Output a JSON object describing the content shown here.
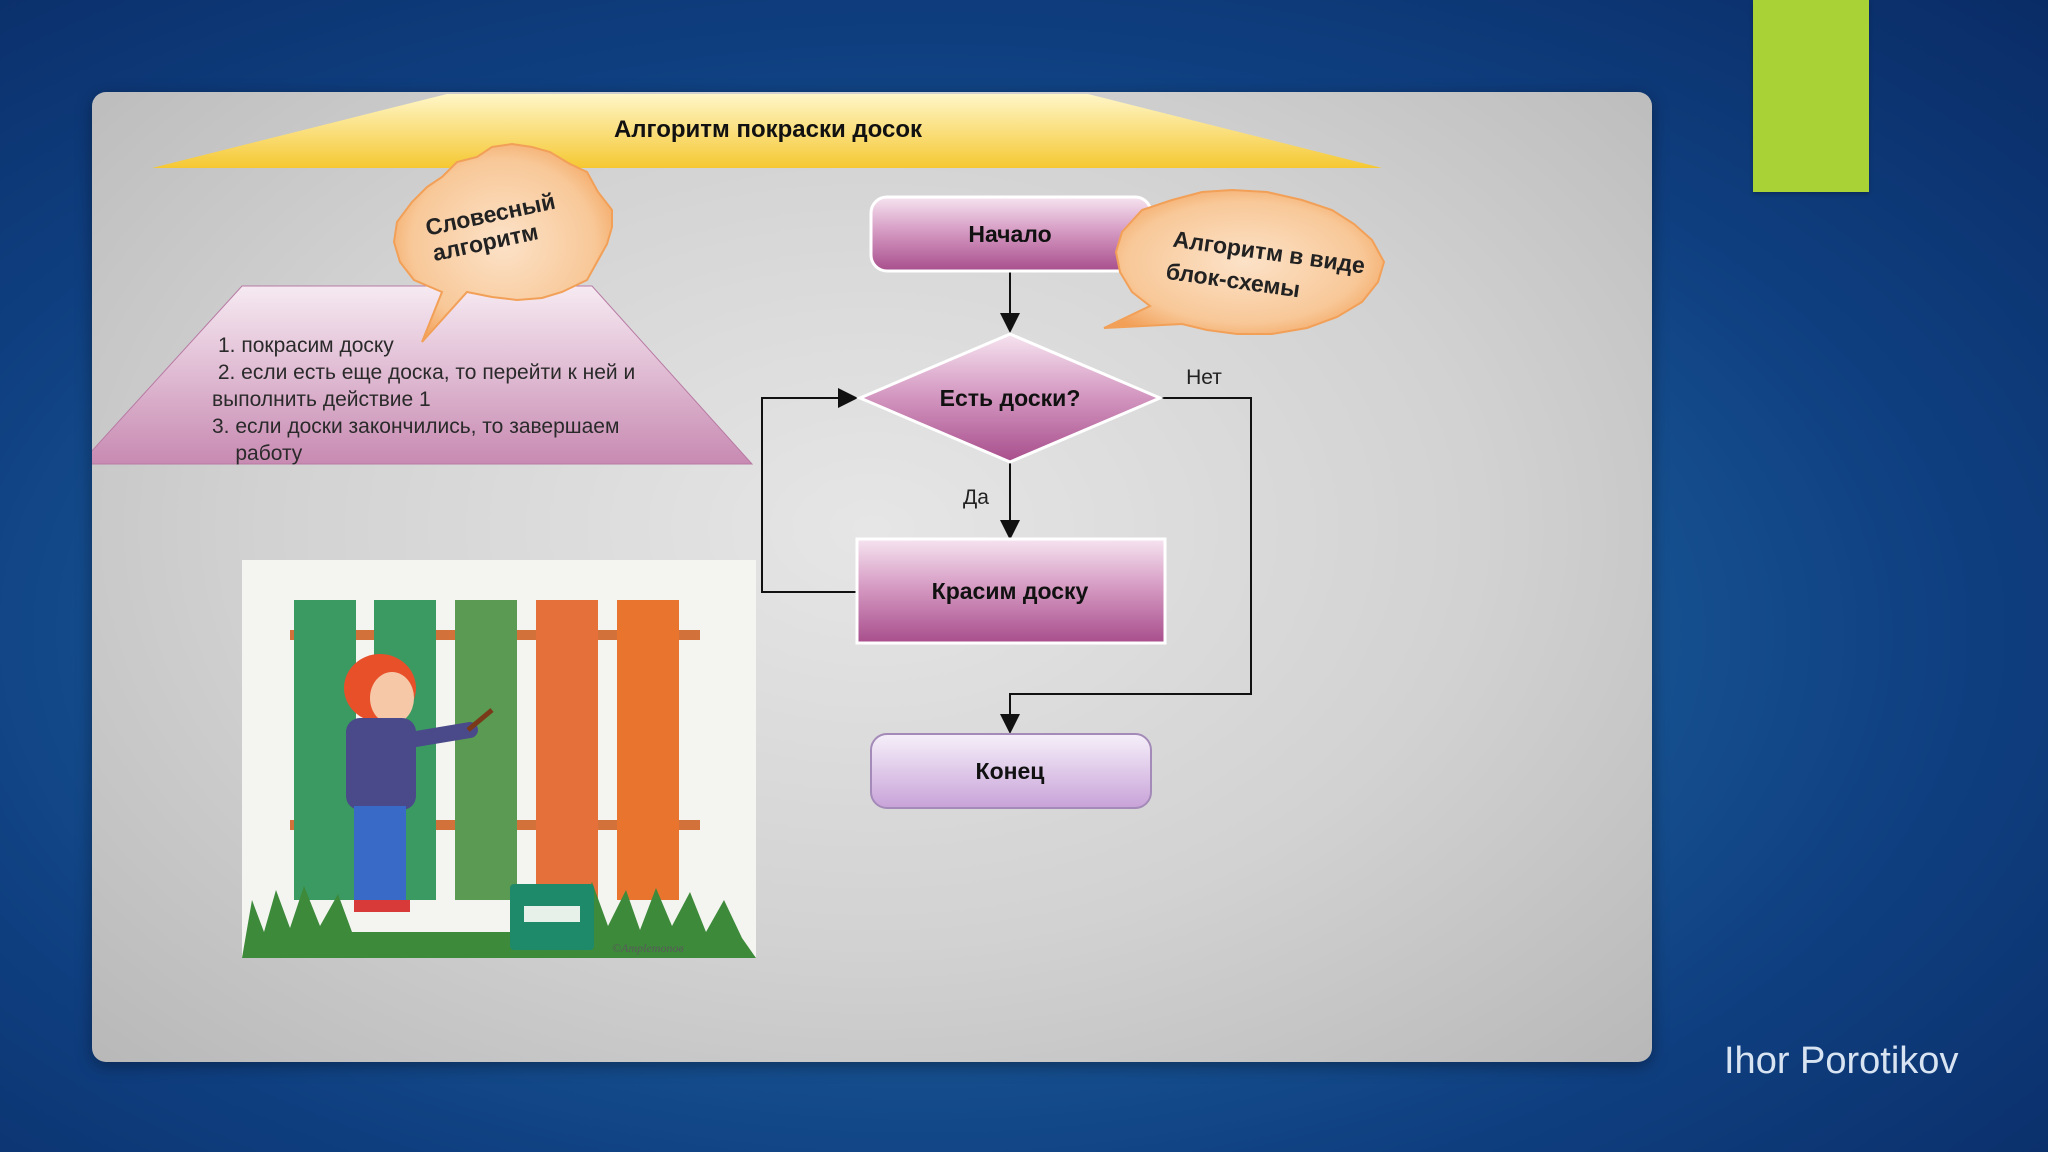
{
  "slide": {
    "title": "Алгоритм покраски досок",
    "author": "Ihor Porotikov",
    "accent_color": "#a8d235"
  },
  "callouts": {
    "verbal_line1": "Словесный",
    "verbal_line2": "алгоритм",
    "flowchart_line1": "Алгоритм в виде",
    "flowchart_line2": "блок-схемы"
  },
  "verbal_algorithm": {
    "steps": [
      "1. покрасим доску",
      " 2. если есть еще доска, то перейти к ней и",
      "выполнить действие 1",
      "3. если доски закончились, то завершаем",
      "    работу"
    ]
  },
  "flowchart": {
    "start": "Начало",
    "decision": "Есть доски?",
    "yes_label": "Да",
    "no_label": "Нет",
    "process": "Красим доску",
    "end": "Конец"
  },
  "illustration": {
    "subject": "boy-painting-fence",
    "signature": "©Ampleтonов"
  }
}
